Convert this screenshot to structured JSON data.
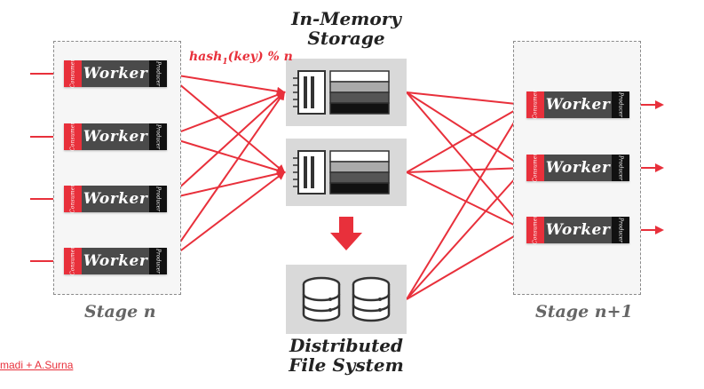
{
  "storage_title": [
    "In-Memory",
    "Storage"
  ],
  "dfs_title": [
    "Distributed",
    "File System"
  ],
  "hash_label_main": "hash",
  "hash_label_sub": "1",
  "hash_label_rest": "(key) % n",
  "stage_left_label": "Stage n",
  "stage_right_label": "Stage n+1",
  "worker_label": "Worker",
  "consumer_label": "Consumer",
  "producer_label": "Producer",
  "footer_text": "madi + A.Surna",
  "colors": {
    "accent": "#e8303b",
    "worker": "#4a4a4a",
    "panel": "#d9d9d9"
  },
  "icons": [
    "memory-chip-icon",
    "database-icon",
    "arrow-down-icon"
  ]
}
